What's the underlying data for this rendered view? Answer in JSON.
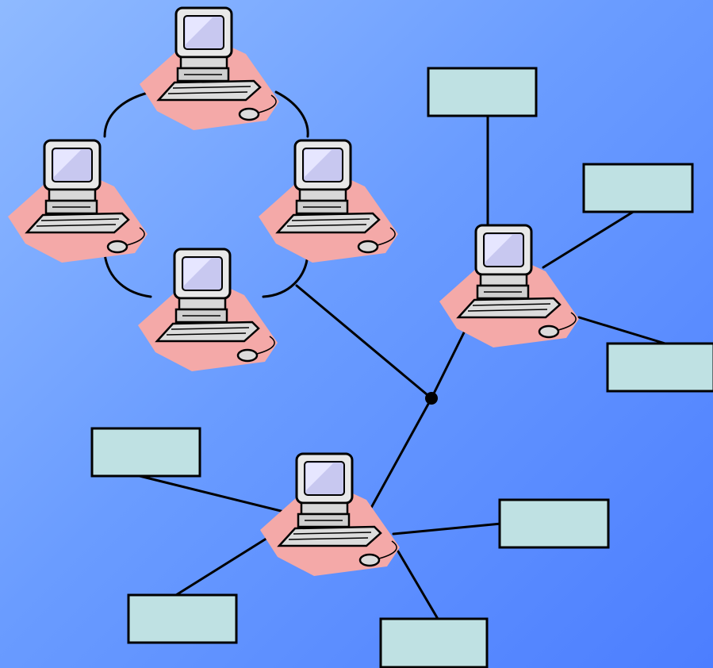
{
  "diagram": {
    "type": "network-topology",
    "colors": {
      "background_top_left": "#8fbaff",
      "background_bottom_right": "#4c7eff",
      "node_box_fill": "#bfe1e3",
      "computer_mat": "#f4a9a8",
      "line": "#000000"
    },
    "icons": [
      "computer-icon"
    ],
    "groups": [
      {
        "name": "ring-network",
        "computers": 4,
        "connection": "ring"
      },
      {
        "name": "star-network-right",
        "computers": 1,
        "boxes": 3,
        "connection": "star"
      },
      {
        "name": "star-network-bottom",
        "computers": 1,
        "boxes": 4,
        "connection": "star"
      }
    ],
    "links": [
      {
        "from": "ring-network",
        "to": "junction"
      },
      {
        "from": "junction",
        "to": "star-network-right"
      },
      {
        "from": "junction",
        "to": "star-network-bottom"
      }
    ]
  }
}
